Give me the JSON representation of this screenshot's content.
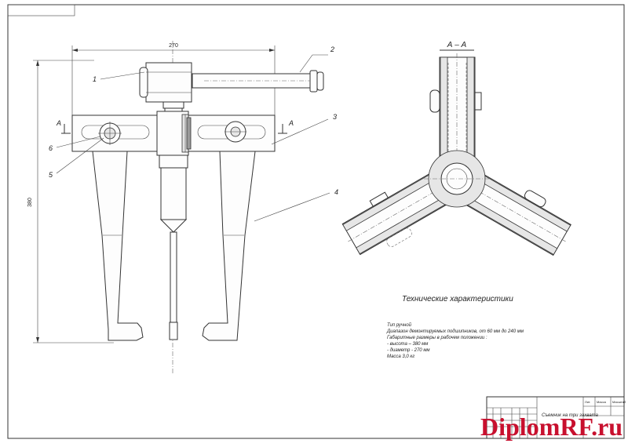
{
  "dimensions": {
    "width": "270",
    "height": "380"
  },
  "callouts": [
    "1",
    "2",
    "3",
    "4",
    "5",
    "6"
  ],
  "section": {
    "mark_left": "A",
    "mark_right": "A",
    "view_title": "А – А"
  },
  "specs": {
    "title": "Технические характеристики",
    "lines": [
      "Тип ручной",
      "Диапазон демонтируемых подшипников, от 60 мм до 240 мм",
      "Габаритные размеры в рабочем положении :",
      "- высота – 380 мм",
      "- диаметр  - 270 мм",
      "Масса 3,0 кг"
    ]
  },
  "title_block": {
    "designation": "Съемник на три захвата",
    "sheet_label": "Лит.",
    "mass_label": "Масса",
    "scale_label": "Масштаб"
  },
  "watermark": {
    "part1": "Diplom",
    "part2": "RF",
    "part3": ".ru"
  },
  "colors": {
    "watermark": "#c8102e",
    "line": "#333333"
  }
}
